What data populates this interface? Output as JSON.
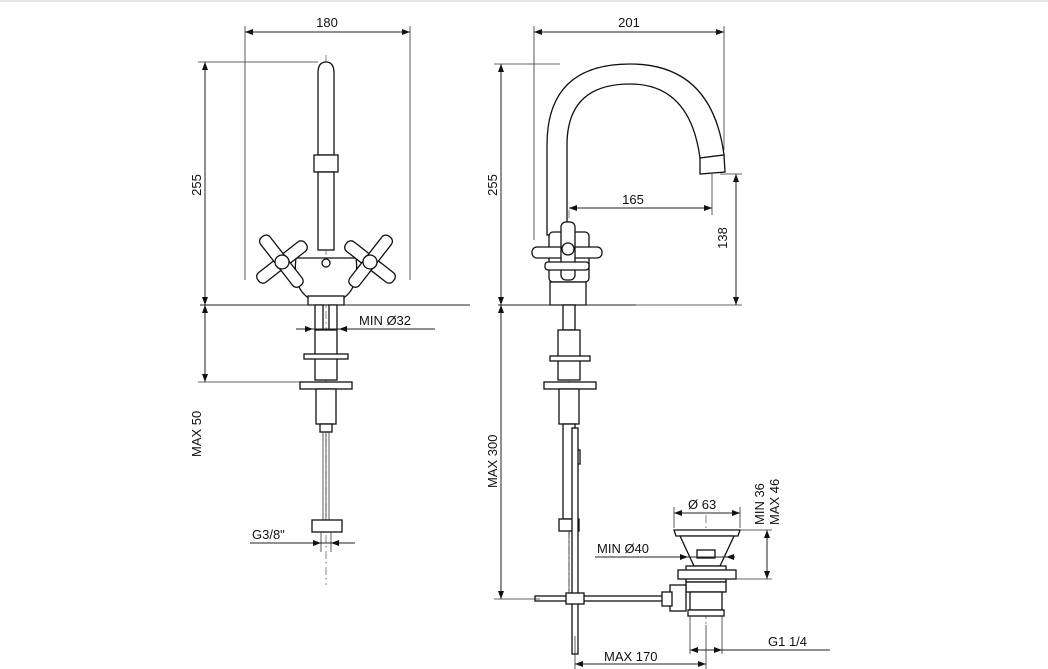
{
  "drawing": {
    "front_view": {
      "width": "180",
      "height": "255",
      "min_hole": "MIN Ø32",
      "max_thickness": "MAX 50",
      "connection": "G3/8\""
    },
    "side_view": {
      "width": "201",
      "height": "255",
      "reach": "165",
      "spout_height": "138",
      "max_length": "MAX 300"
    },
    "waste_view": {
      "diameter": "Ø 63",
      "min_depth": "MIN 36",
      "max_depth": "MAX 46",
      "min_hole": "MIN Ø40",
      "thread": "G1 1/4",
      "max_rod": "MAX 170"
    }
  }
}
